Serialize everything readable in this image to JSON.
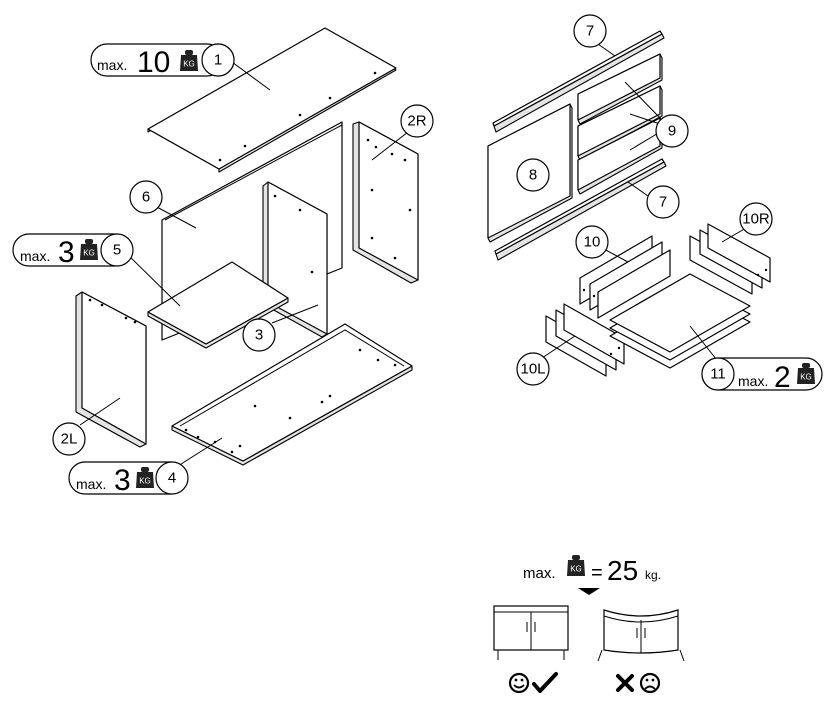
{
  "parts": {
    "p1": "1",
    "p2R": "2R",
    "p2L": "2L",
    "p3": "3",
    "p4": "4",
    "p5": "5",
    "p6": "6",
    "p7a": "7",
    "p7b": "7",
    "p8": "8",
    "p9": "9",
    "p10": "10",
    "p10R": "10R",
    "p10L": "10L",
    "p11": "11"
  },
  "loads": {
    "max_prefix": "max.",
    "part1_max": "10",
    "part5_max": "3",
    "part4_max": "3",
    "part11_max": "2",
    "weight_icon_label": "KG",
    "weight_icon": "weight-icon"
  },
  "total_load": {
    "prefix": "max.",
    "equals": "=",
    "value": "25",
    "unit": "kg."
  },
  "outcomes": {
    "ok": {
      "face_icon": "smiley-face-icon",
      "mark_icon": "check-mark-icon"
    },
    "bad": {
      "face_icon": "sad-face-icon",
      "mark_icon": "cross-mark-icon"
    }
  }
}
